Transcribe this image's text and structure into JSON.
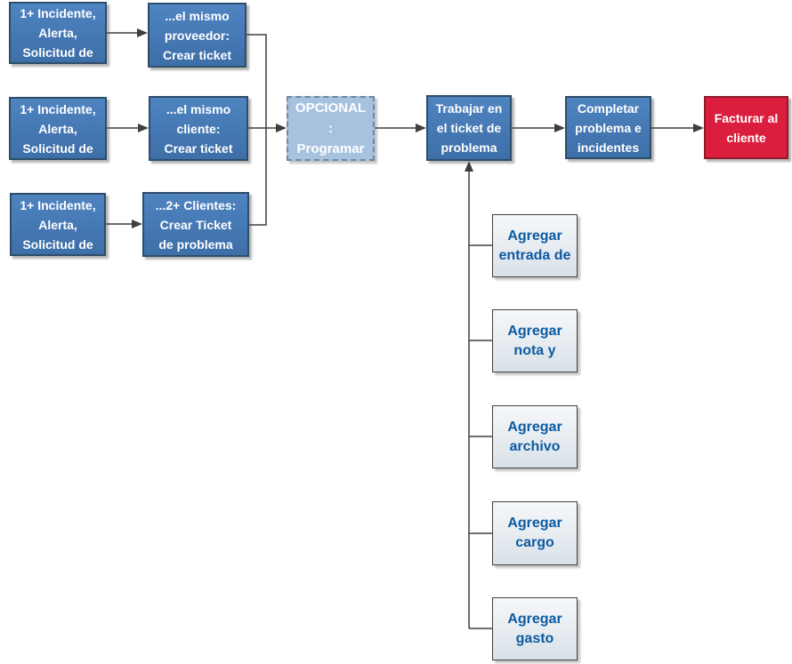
{
  "colors": {
    "node-blue-top": "#4f84c1",
    "node-blue-bottom": "#3d6fa8",
    "node-blue-border": "#2e4d68",
    "optional-fill": "#a7c2df",
    "optional-border": "#6f87a0",
    "red-fill": "#dc1e3e",
    "red-border": "#8b1b2c",
    "task-fill-top": "#f5f8fa",
    "task-fill-bottom": "#d9e1e8",
    "task-border": "#3f3f3f",
    "task-text": "#0d5aa0",
    "connector": "#3f3f3f",
    "text-light": "#ffffff"
  },
  "nodes": {
    "source_top": {
      "label": "1+ Incidente,\nAlerta,\nSolicitud de"
    },
    "source_middle": {
      "label": "1+ Incidente,\nAlerta,\nSolicitud de"
    },
    "source_bottom": {
      "label": "1+ Incidente,\nAlerta,\nSolicitud de"
    },
    "ticket_proveedor": {
      "label": "...el mismo\nproveedor:\nCrear ticket"
    },
    "ticket_cliente": {
      "label": "...el mismo\ncliente:\nCrear ticket"
    },
    "ticket_problema": {
      "label": "...2+ Clientes:\nCrear Ticket\nde problema"
    },
    "opcional": {
      "label": "OPCIONAL\n:\nProgramar"
    },
    "trabajar": {
      "label": "Trabajar en\nel ticket de\nproblema"
    },
    "completar": {
      "label": "Completar\nproblema e\nincidentes"
    },
    "facturar": {
      "label": "Facturar al\ncliente"
    },
    "agregar_entrada": {
      "label": "Agregar\nentrada de"
    },
    "agregar_nota": {
      "label": "Agregar\nnota y"
    },
    "agregar_archivo": {
      "label": "Agregar\narchivo"
    },
    "agregar_cargo": {
      "label": "Agregar\ncargo"
    },
    "agregar_gasto": {
      "label": "Agregar\ngasto"
    }
  }
}
